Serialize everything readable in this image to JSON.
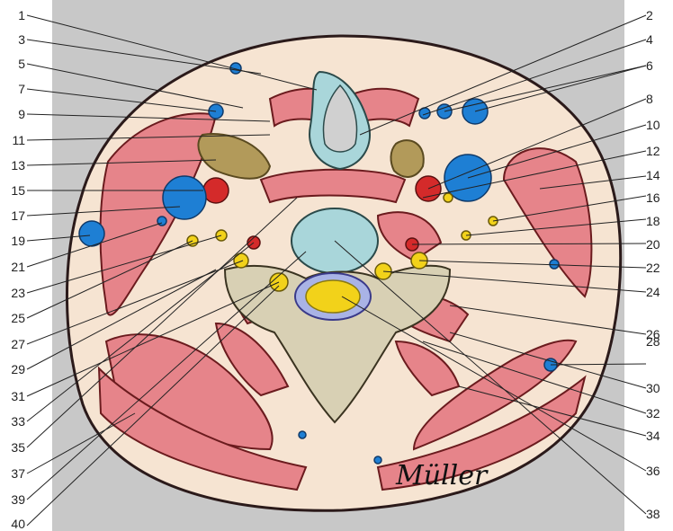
{
  "labels_left": [
    "1",
    "3",
    "5",
    "7",
    "9",
    "11",
    "13",
    "15",
    "17",
    "19",
    "21",
    "23",
    "25",
    "27",
    "29",
    "31",
    "33",
    "35",
    "37",
    "39",
    "40"
  ],
  "labels_right": [
    "2",
    "4",
    "6",
    "8",
    "10",
    "12",
    "14",
    "16",
    "18",
    "20",
    "22",
    "24",
    "26",
    "28",
    "30",
    "32",
    "34",
    "36",
    "38"
  ],
  "signature": "Müller",
  "colors": {
    "background_panel": "#c8c8c8",
    "skin": "#f6e4d2",
    "muscle": "#e6848a",
    "muscle_outline": "#6b1b1e",
    "artery": "#d42a2a",
    "vein": "#1e7fd4",
    "nerve": "#f2d21a",
    "bone": "#d8d0b4",
    "thyroid": "#b29a5a",
    "cartilage": "#a9d6da",
    "csf": "#a9b3e6",
    "airway": "#d0d0d0"
  }
}
